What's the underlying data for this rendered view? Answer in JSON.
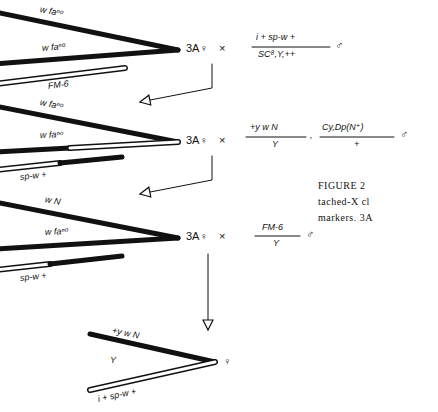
{
  "diagram": {
    "labels": [
      "w faⁿᵒ",
      "w faⁿᵒ",
      "FM-6",
      "3A♀",
      "×",
      "i + sp-w +",
      "SC⁸,Y,++",
      "♂",
      "w faⁿᵒ",
      "w faⁿᵒ",
      "sp-w +",
      "3A♀",
      "×",
      "+y w N",
      "Y",
      ",",
      "Cy,Dp(N⁺)",
      "+",
      "♂",
      "w N",
      "w faⁿᵒ",
      "sp-w +",
      "3A♀",
      "×",
      "FM-6",
      "Y",
      "♂",
      "+y w N",
      "i + sp-w +",
      "Y",
      "♀",
      "FIGURE 2",
      "tached-X cl",
      "markers. 3A"
    ]
  }
}
